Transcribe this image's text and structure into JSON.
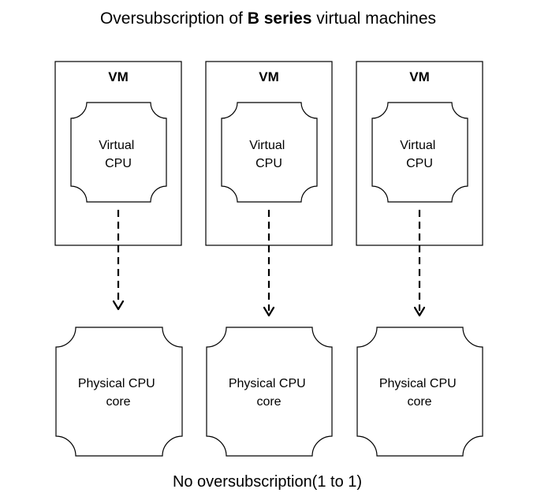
{
  "title": {
    "prefix": "Oversubscription of",
    "bold": "B series",
    "suffix": "virtual machines"
  },
  "columns": [
    {
      "vm_label": "VM",
      "virtual_cpu_lines": [
        "Virtual",
        "CPU"
      ],
      "physical_cpu_lines": [
        "Physical CPU",
        "core"
      ]
    },
    {
      "vm_label": "VM",
      "virtual_cpu_lines": [
        "Virtual",
        "CPU"
      ],
      "physical_cpu_lines": [
        "Physical CPU",
        "core"
      ]
    },
    {
      "vm_label": "VM",
      "virtual_cpu_lines": [
        "Virtual",
        "CPU"
      ],
      "physical_cpu_lines": [
        "Physical CPU",
        "core"
      ]
    }
  ],
  "caption": "No oversubscription(1 to 1)"
}
